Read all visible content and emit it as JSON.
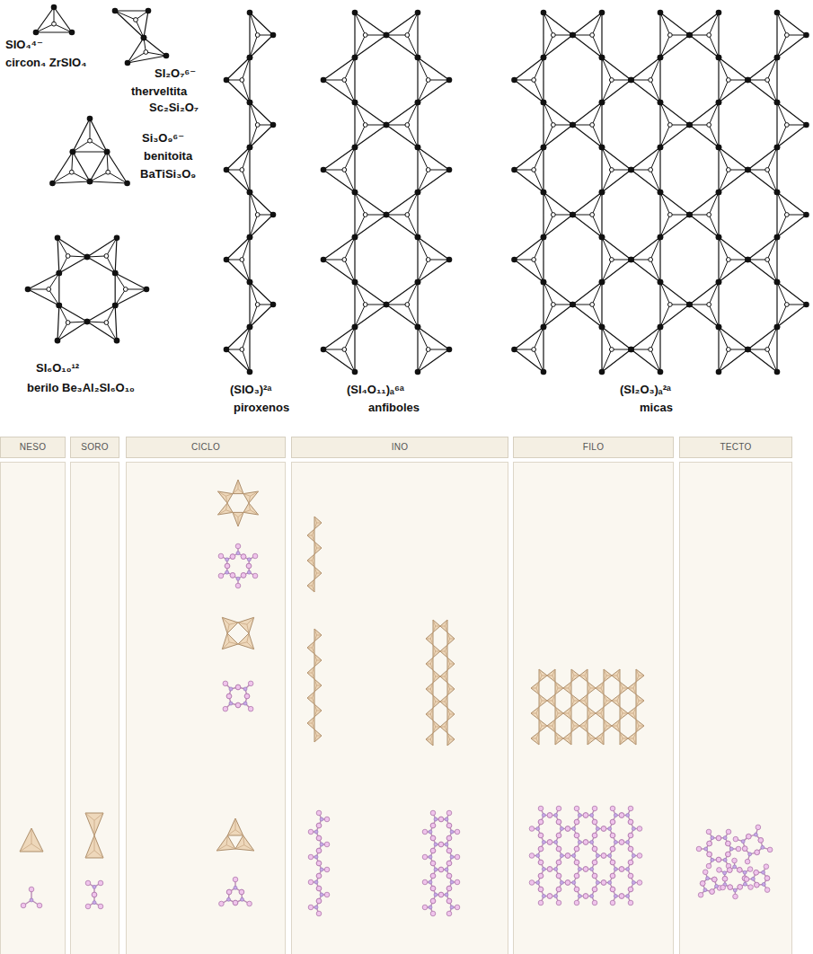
{
  "diagram": {
    "nodes": [
      {
        "text": [
          "NESO"
        ]
      },
      {
        "text": [
          "SORO"
        ]
      },
      {
        "text": [
          "CICLO"
        ]
      },
      {
        "text": [
          "INO"
        ]
      },
      {
        "text": [
          "FILO"
        ]
      },
      {
        "text": [
          "TECTO"
        ]
      }
    ],
    "labels": [
      "SIO₄⁴⁻",
      "circon₄ ZrSIO₄",
      "SI₂O₇⁶⁻",
      "therveltita",
      "Sc₂Si₂O₇",
      "Si₃O₉⁶⁻",
      "benitoita",
      "BaTiSi₃O₉",
      "SI₆O₁₀¹²",
      "berilo Be₃Al₂SI₆O₁₀",
      "(SIO₃)²ᵃ",
      "piroxenos",
      "(SI₄O₁₁)ₐ⁶ᵃ",
      "anfiboles",
      "(SI₂O₃)ₐ²ᵃ",
      "micas"
    ]
  }
}
